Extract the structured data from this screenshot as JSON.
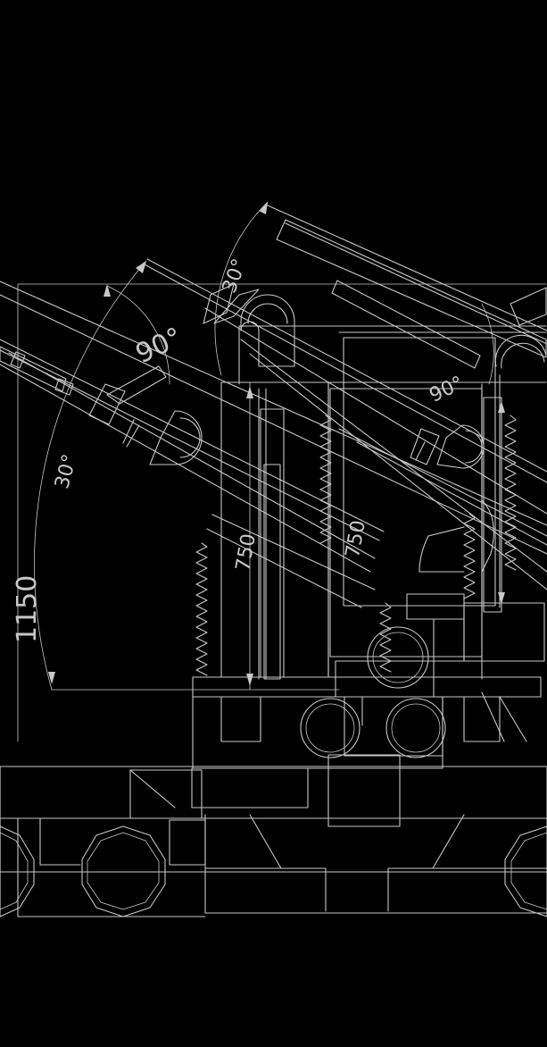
{
  "drawing": {
    "background": "#000000",
    "line_color": "#c8c8c8",
    "labels": {
      "angle_90_left": "90°",
      "angle_90_right": "90°",
      "angle_30": "30°",
      "angle_30_top": "30°",
      "dim_750_left": "750",
      "dim_750_right": "750",
      "dim_height": "1150"
    }
  }
}
